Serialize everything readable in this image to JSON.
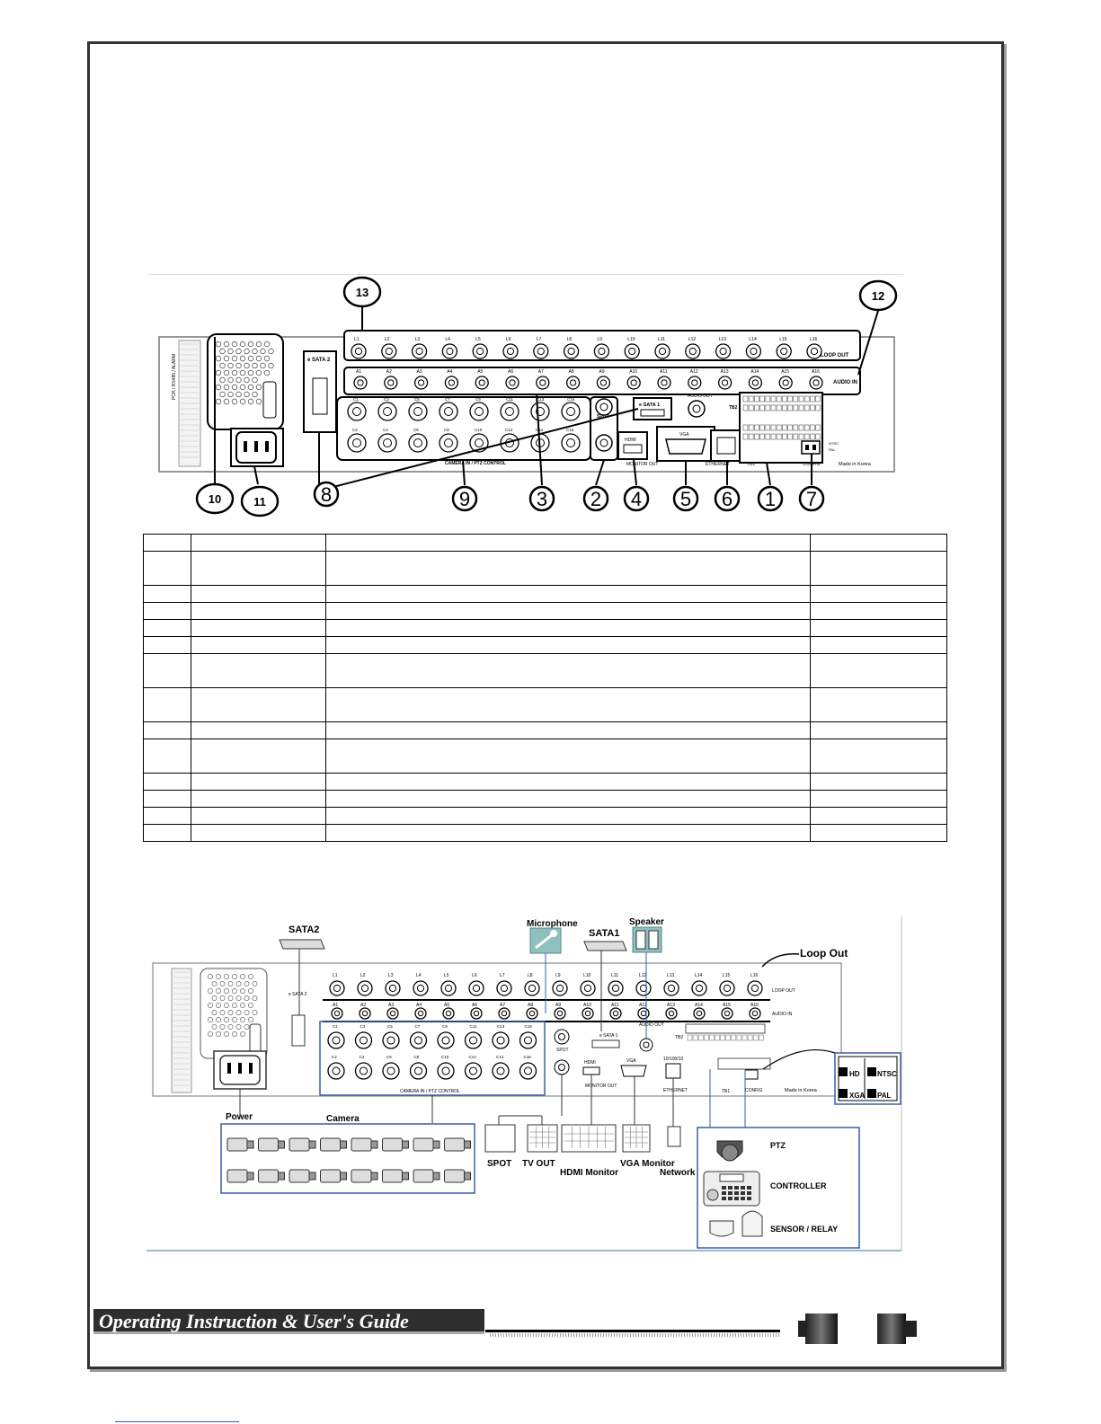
{
  "panel": {
    "loop_labels": [
      "L1",
      "L2",
      "L3",
      "L4",
      "L5",
      "L6",
      "L7",
      "L8",
      "L9",
      "L10",
      "L11",
      "L12",
      "L13",
      "L14",
      "L15",
      "L16"
    ],
    "audio_labels": [
      "A1",
      "A2",
      "A3",
      "A4",
      "A5",
      "A6",
      "A7",
      "A8",
      "A9",
      "A10",
      "A11",
      "A12",
      "A13",
      "A14",
      "A15",
      "A16"
    ],
    "cam_top": [
      "C1",
      "C3",
      "C5",
      "C7",
      "C9",
      "C11",
      "C13",
      "C15"
    ],
    "cam_bottom": [
      "C2",
      "C4",
      "C6",
      "C8",
      "C10",
      "C12",
      "C14",
      "C16"
    ],
    "loop_out": "LOOP OUT",
    "audio_in": "AUDIO IN",
    "esata2": "e SATA 2",
    "esata1": "e SATA 1",
    "audio_out": "AUDIO OUT",
    "tb2": "TB2",
    "tb1": "TB1",
    "hdmi": "HDMI",
    "vga": "VGA",
    "monitor_out": "MONITOR OUT",
    "ethernet": "ETHERNET",
    "ethernet2": "10/100/10",
    "camera_in": "CAMERA IN / PTZ CONTROL",
    "config": "CONFIG",
    "made_in": "Made in Korea",
    "spot": "SPOT",
    "ntsc": "NTSC",
    "pal": "PAL",
    "side_label": "PCR / RS485 / ALARM"
  },
  "callouts": [
    "13",
    "12",
    "10",
    "11",
    "8",
    "9",
    "3",
    "2",
    "4",
    "5",
    "6",
    "1",
    "7"
  ],
  "table": {
    "rows": 14,
    "tall_rows": [
      1,
      6,
      7,
      9
    ]
  },
  "diagram": {
    "sata2": "SATA2",
    "sata1": "SATA1",
    "microphone": "Microphone",
    "speaker": "Speaker",
    "loop_out": "Loop Out",
    "power": "Power",
    "camera": "Camera",
    "spot": "SPOT",
    "tv_out": "TV OUT",
    "hdmi_monitor": "HDMI Monitor",
    "vga_monitor": "VGA Monitor",
    "network": "Network",
    "ptz": "PTZ",
    "controller": "CONTROLLER",
    "sensor_relay": "SENSOR / RELAY",
    "hd": "HD",
    "xga": "XGA",
    "ntsc": "NTSC",
    "pal": "PAL"
  },
  "footer": {
    "title": "Operating Instruction & User's Guide"
  }
}
